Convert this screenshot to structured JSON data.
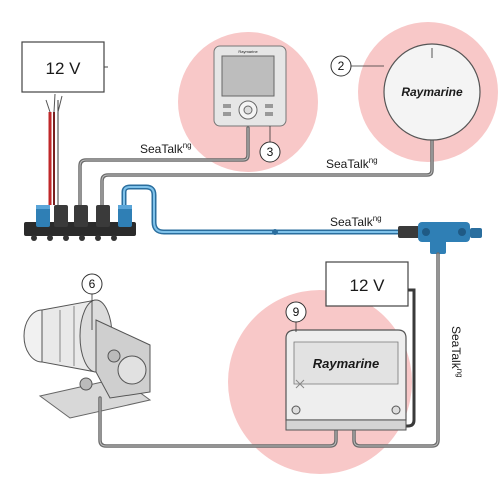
{
  "power_supplies": {
    "top": {
      "label": "12 V"
    },
    "bottom": {
      "label": "12 V"
    }
  },
  "callouts": {
    "display": "3",
    "compass": "2",
    "pump": "6",
    "computer": "9"
  },
  "devices": {
    "compass_brand": "Raymarine",
    "computer_brand": "Raymarine",
    "display_brand": "Raymarine"
  },
  "connections": {
    "display_spur": {
      "label": "SeaTalk",
      "superscript": "ng"
    },
    "compass_spur": {
      "label": "SeaTalk",
      "superscript": "ng"
    },
    "backbone": {
      "label": "SeaTalk",
      "superscript": "ng"
    },
    "computer_spur": {
      "label": "SeaTalk",
      "superscript": "ng"
    }
  },
  "colors": {
    "highlight": "#f8c8c8",
    "backbone_cable": "#3b8fc9",
    "power_red": "#c0282a",
    "connector_blue": "#2f7fb5",
    "cable_gray": "#6b6b6b"
  }
}
